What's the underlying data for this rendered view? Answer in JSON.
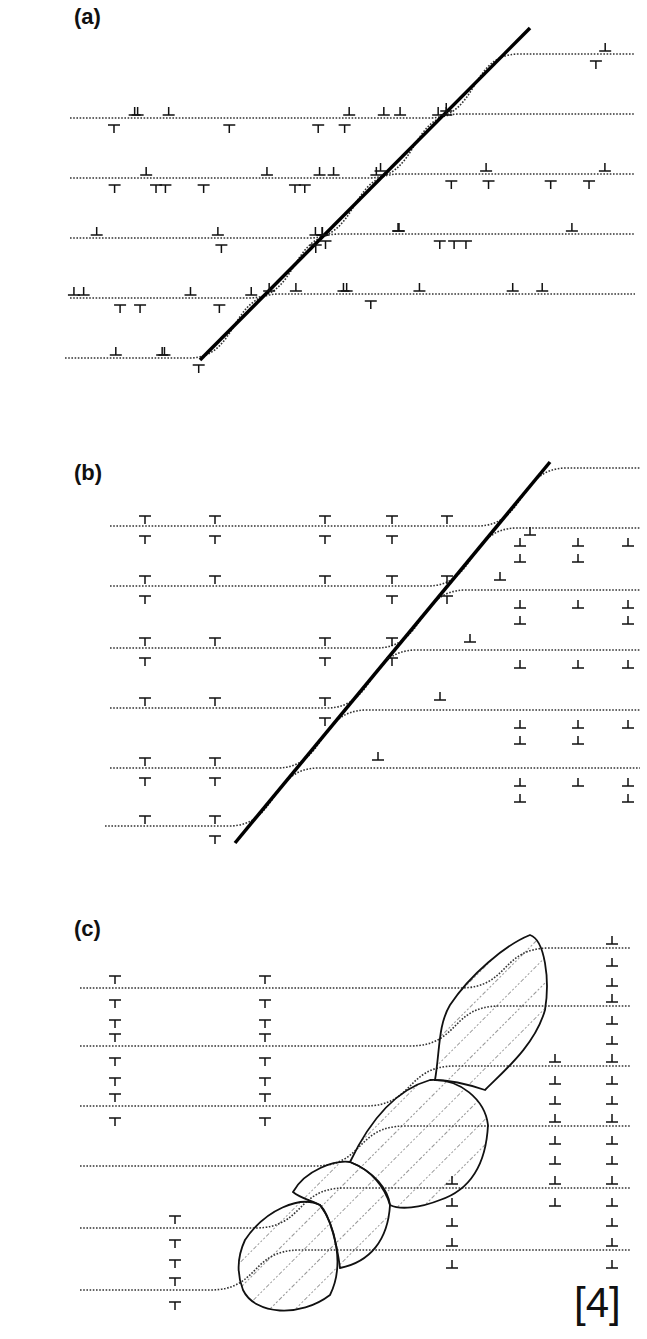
{
  "diagram": {
    "labels": [
      "(a)",
      "(b)",
      "(c)",
      "[4]"
    ]
  }
}
